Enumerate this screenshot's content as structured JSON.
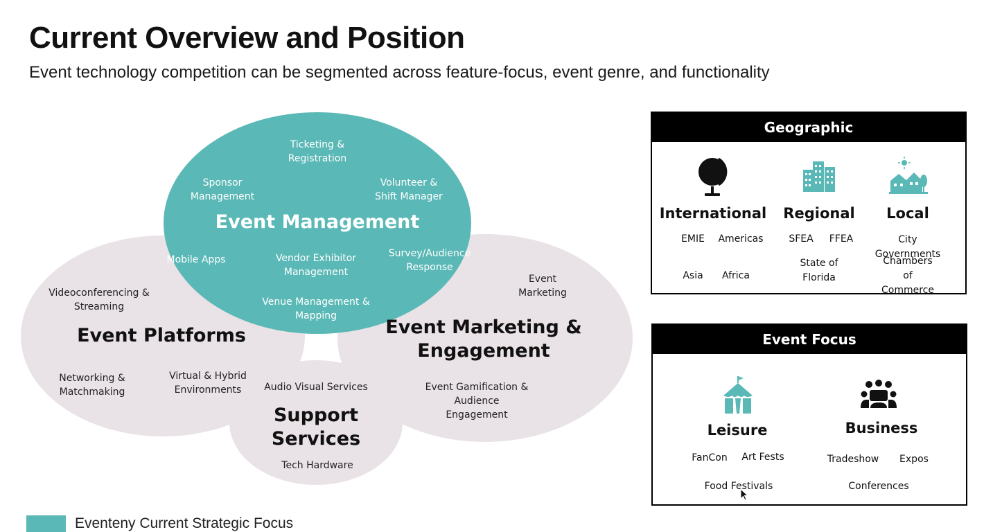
{
  "title": "Current Overview and Position",
  "subtitle": "Event technology competition can be segmented across feature-focus, event genre, and functionality",
  "colors": {
    "accent": "#5ab8b6",
    "segment": "#e9e2e6",
    "panel_head": "#000000"
  },
  "venn": {
    "management": {
      "title": "Event Management",
      "items": {
        "ticketing": "Ticketing &\nRegistration",
        "sponsor": "Sponsor\nManagement",
        "volunteer": "Volunteer &\nShift Manager",
        "mobile": "Mobile Apps",
        "vendor": "Vendor Exhibitor\nManagement",
        "survey": "Survey/Audience\nResponse",
        "venue": "Venue Management &\nMapping"
      }
    },
    "platforms": {
      "title": "Event Platforms",
      "items": {
        "video": "Videoconferencing &\nStreaming",
        "networking": "Networking &\nMatchmaking",
        "virtual": "Virtual & Hybrid\nEnvironments"
      }
    },
    "marketing": {
      "title": "Event Marketing &\nEngagement",
      "items": {
        "marketing": "Event\nMarketing",
        "gamification": "Event Gamification &\nAudience\nEngagement"
      }
    },
    "support": {
      "title": "Support\nServices",
      "items": {
        "av": "Audio Visual Services",
        "hardware": "Tech Hardware"
      }
    }
  },
  "geographic": {
    "header": "Geographic",
    "international": {
      "label": "International",
      "icon": "globe-icon",
      "items": [
        "EMIE",
        "Americas",
        "Asia",
        "Africa"
      ]
    },
    "regional": {
      "label": "Regional",
      "icon": "buildings-icon",
      "items": [
        "SFEA",
        "FFEA",
        "State of\nFlorida"
      ]
    },
    "local": {
      "label": "Local",
      "icon": "houses-icon",
      "items": [
        "City Governments",
        "Chambers of\nCommerce"
      ]
    }
  },
  "event_focus": {
    "header": "Event Focus",
    "leisure": {
      "label": "Leisure",
      "icon": "circus-tent-icon",
      "items": [
        "FanCon",
        "Art Fests",
        "Food Festivals"
      ]
    },
    "business": {
      "label": "Business",
      "icon": "meeting-group-icon",
      "items": [
        "Tradeshow",
        "Expos",
        "Conferences"
      ]
    }
  },
  "legend": {
    "label": "Eventeny Current Strategic Focus"
  }
}
